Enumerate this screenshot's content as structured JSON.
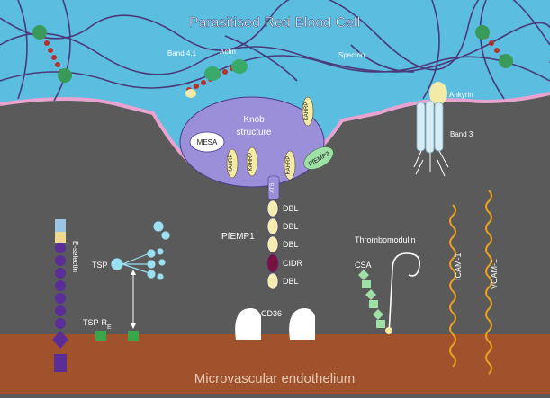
{
  "title": "Parasitised Red Blood Cell",
  "footer": "Microvascular endothelium",
  "labels": {
    "band41": "Band 4.1",
    "actin": "Actin",
    "spectrin": "Spectrin",
    "ankyrin": "Ankyrin",
    "band3": "Band 3",
    "knob1": "Knob",
    "knob2": "structure",
    "mesa": "MESA",
    "kahrp": "KAHRP",
    "pfemp3": "PfEMP3",
    "ats": "ATS",
    "pfemp1": "PfEMP1",
    "dbl": "DBL",
    "cidr": "CIDR",
    "eselectin": "E-selectin",
    "tsp": "TSP",
    "tspre_main": "TSP-R",
    "tspre_sub": "E",
    "cd36": "CD36",
    "thrombomodulin": "Thrombomodulin",
    "csa": "CSA",
    "icam1": "ICAM-1",
    "vcam1": "VCAM-1"
  },
  "colors": {
    "rbc_fill": "#5bbde0",
    "membrane": "#e8a3d0",
    "cytoplasm": "#5a5a5a",
    "endothelium": "#a0522d",
    "knob_fill": "#9a8fd8",
    "kahrp_fill": "#f2eaa6",
    "dbl_fill": "#f5eeb0",
    "cidr_fill": "#7a1040",
    "eselectin_fill": "#5b2d96",
    "tsp_fill": "#9be0f2",
    "tspre_fill": "#3aa64a",
    "csa_fill": "#9ee0a6",
    "icam_fill": "#e8a020"
  }
}
